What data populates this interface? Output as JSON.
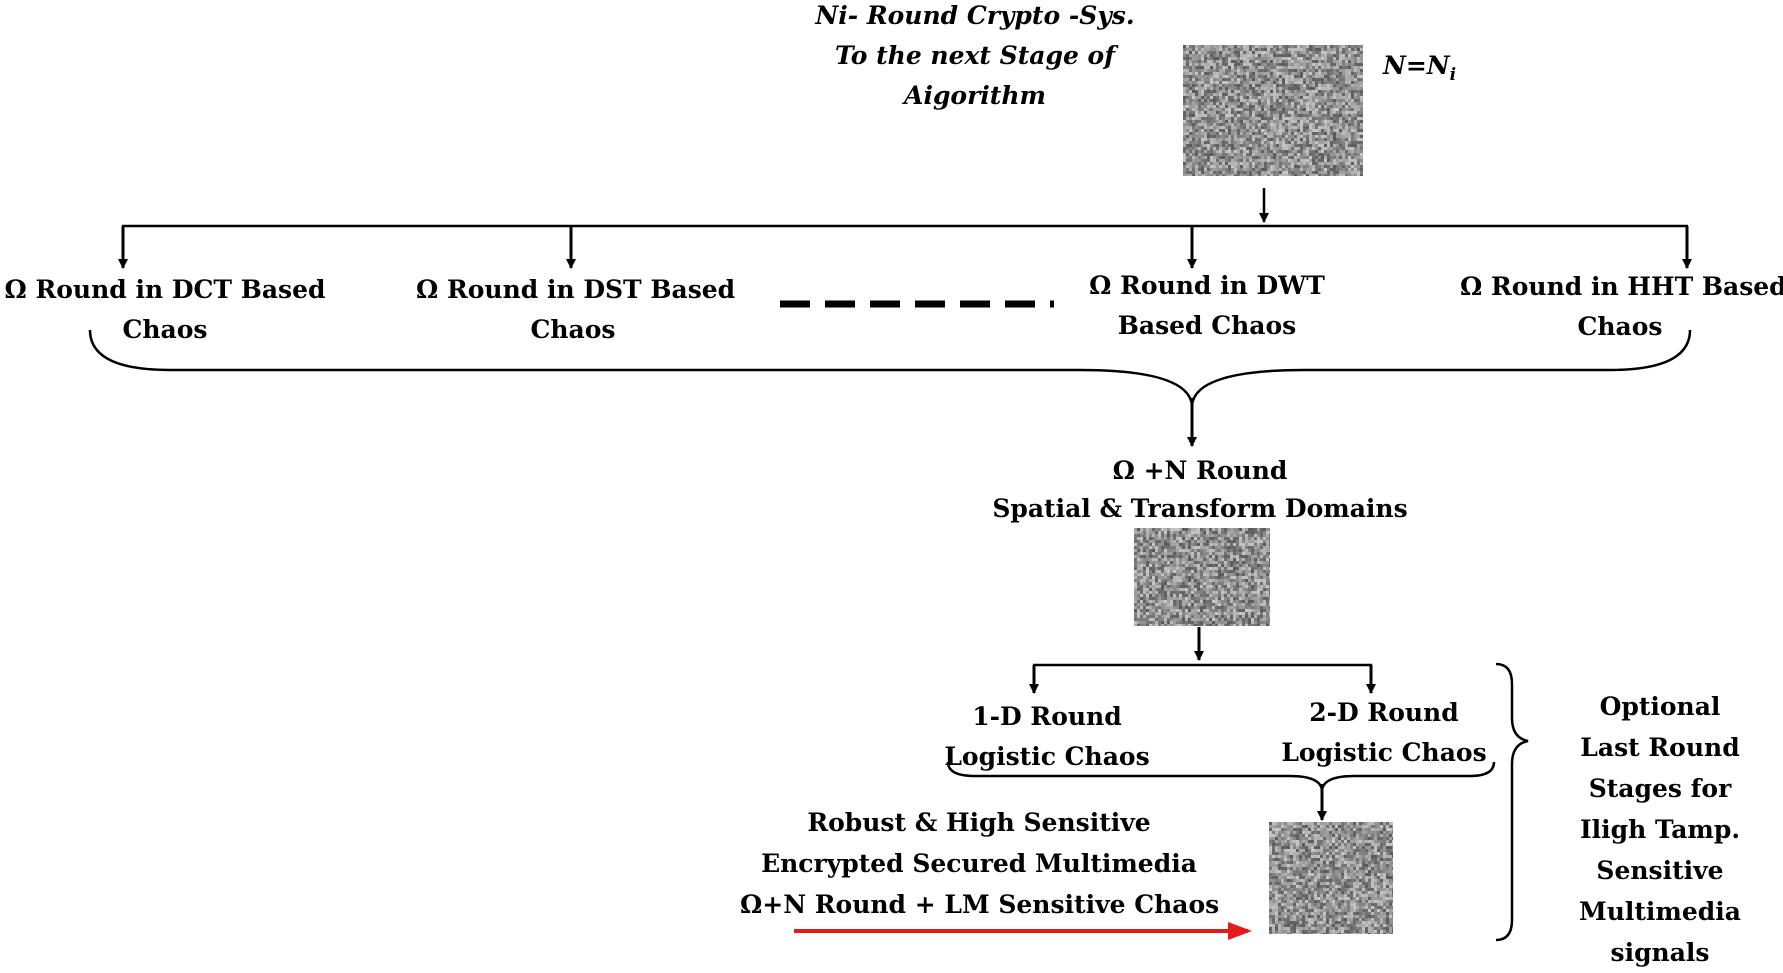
{
  "top_caption": {
    "line1": "Ni- Round Crypto -Sys.",
    "line2": "To the next Stage of",
    "line3": "Aigorithm"
  },
  "n_equation": {
    "base": "N=N",
    "subscript": "i"
  },
  "branches": [
    {
      "line1": "Ω Round in DCT Based",
      "line2": "Chaos"
    },
    {
      "line1": "Ω Round in DST Based",
      "line2": "Chaos"
    },
    {
      "line1": "Ω Round in DWT",
      "line2": "Based Chaos"
    },
    {
      "line1": "Ω Round in HHT Based",
      "line2": "Chaos"
    }
  ],
  "combined": {
    "line1": "Ω +N Round",
    "line2": "Spatial & Transform Domains"
  },
  "logistic": [
    {
      "line1": "1-D Round",
      "line2": "Logistic Chaos"
    },
    {
      "line1": "2-D Round",
      "line2": "Logistic Chaos"
    }
  ],
  "output_caption": {
    "line1": "Robust & High Sensitive",
    "line2": "Encrypted Secured Multimedia",
    "line3": "Ω+N Round + LM Sensitive Chaos"
  },
  "optional_note": {
    "line1": "Optional",
    "line2": "Last Round",
    "line3": "Stages for",
    "line4": "Iligh Tamp.",
    "line5": "Sensitive",
    "line6": "Multimedia",
    "line7": "signals"
  },
  "colors": {
    "line": "#000000",
    "output_arrow": "#e51b1b",
    "noise_base": "#8a8a8a"
  }
}
